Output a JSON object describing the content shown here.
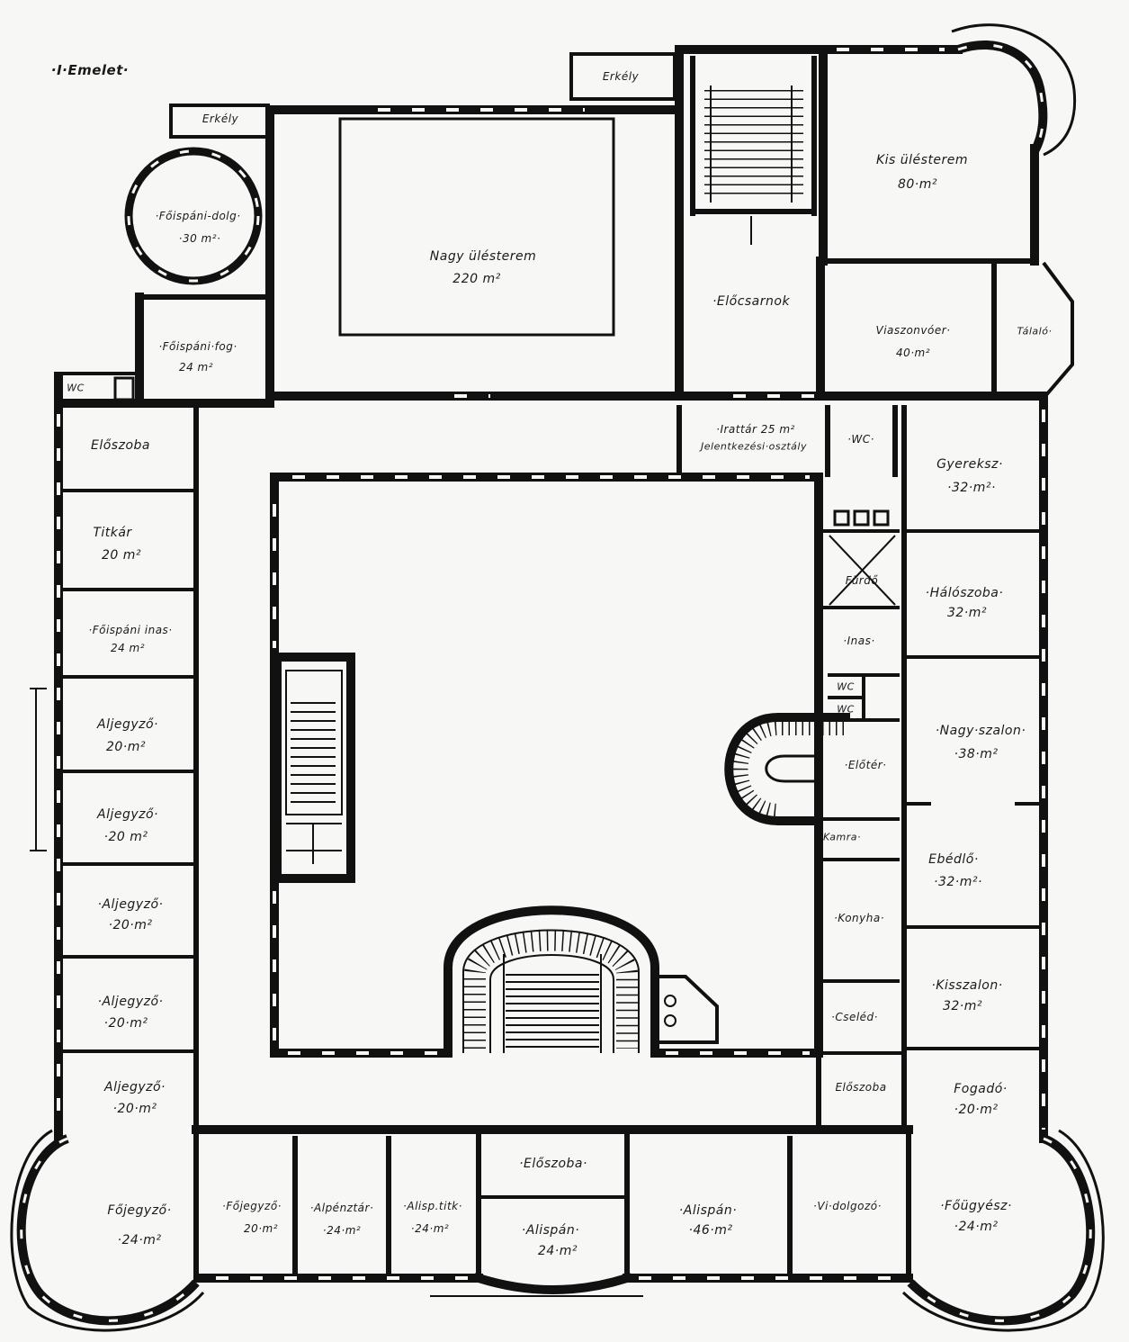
{
  "title": "·I·Emelet·",
  "rooms": {
    "erkely_top": {
      "name": "Erkély"
    },
    "erkely_left": {
      "name": "Erkély"
    },
    "foispani_dolgozo": {
      "name": "·Főispáni-dolg·",
      "area": "·30 m²·"
    },
    "nagy_ulesterem": {
      "name": "Nagy ülésterem",
      "area": "220 m²"
    },
    "kis_ulesterem": {
      "name": "Kis ülésterem",
      "area": "80·m²"
    },
    "foispani_fogado": {
      "name": "·Főispáni·fog·",
      "area": "24 m²"
    },
    "elocsarnok": {
      "name": "·Előcsarnok"
    },
    "viaszonvoer": {
      "name": "Viaszonvóer·",
      "area": "40·m²"
    },
    "talalo": {
      "name": "Tálaló·"
    },
    "wc_left": {
      "name": "WC"
    },
    "irattar": {
      "name": "·Irattár 25 m²",
      "note": "Jelentkezési·osztály"
    },
    "wc_top": {
      "name": "·WC·"
    },
    "eloszoba_left": {
      "name": "Előszoba"
    },
    "titkar": {
      "name": "Titkár",
      "area": "20 m²"
    },
    "foispani_inas": {
      "name": "·Főispáni inas·",
      "area": "24 m²"
    },
    "aljegyzo": [
      {
        "name": "Aljegyző·",
        "area": "20·m²"
      },
      {
        "name": "Aljegyző·",
        "area": "·20 m²"
      },
      {
        "name": "·Aljegyző·",
        "area": "·20·m²"
      },
      {
        "name": "·Aljegyző·",
        "area": "·20·m²"
      },
      {
        "name": "Aljegyző·",
        "area": "·20·m²"
      }
    ],
    "fojegyzo_sarok": {
      "name": "Főjegyző·",
      "area": "·24·m²"
    },
    "fojegyzo": {
      "name": "·Főjegyző·",
      "area": "20·m²"
    },
    "alpenztar": {
      "name": "·Alpénztár·",
      "area": "·24·m²"
    },
    "alisp_titkar": {
      "name": "·Alisp.titk·",
      "area": "·24·m²"
    },
    "eloszoba_bottom": {
      "name": "·Előszoba·"
    },
    "alispan_24": {
      "name": "·Alispán·",
      "area": "24·m²"
    },
    "alispan_46": {
      "name": "·Alispán·",
      "area": "·46·m²"
    },
    "vi_dolgozo": {
      "name": "·Vi·dolgozó·"
    },
    "fougyesz": {
      "name": "·Főügyész·",
      "area": "·24·m²"
    },
    "gyerekszoba": {
      "name": "Gyereksz·",
      "area": "·32·m²·"
    },
    "haloszoba": {
      "name": "·Hálószoba·",
      "area": "32·m²"
    },
    "nagy_szalon": {
      "name": "·Nagy·szalon·",
      "area": "·38·m²"
    },
    "ebedlo": {
      "name": "Ebédlő·",
      "area": "·32·m²·"
    },
    "kisszalon": {
      "name": "·Kisszalon·",
      "area": "32·m²"
    },
    "fogado": {
      "name": "Fogadó·",
      "area": "·20·m²"
    },
    "eloszoba_right": {
      "name": "Előszoba"
    },
    "cseled": {
      "name": "·Cseléd·"
    },
    "konyha": {
      "name": "·Konyha·"
    },
    "kamra": {
      "name": "·Kamra·"
    },
    "eloter": {
      "name": "·Előtér·"
    },
    "inas": {
      "name": "·Inas·"
    },
    "wc_a": {
      "name": "WC"
    },
    "wc_b": {
      "name": "WC"
    },
    "furdo": {
      "name": "Fürdő"
    }
  }
}
